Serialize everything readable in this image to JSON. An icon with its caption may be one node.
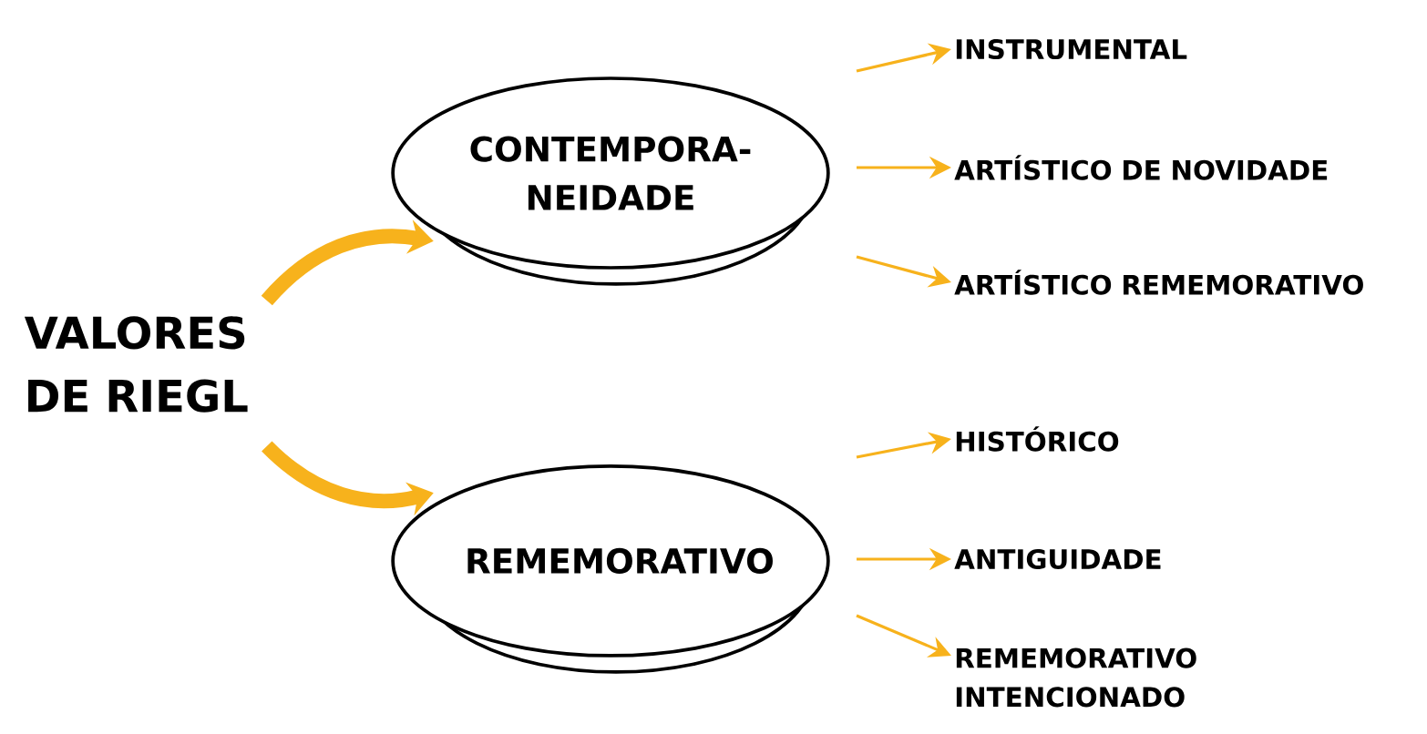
{
  "diagram": {
    "nodes": [
      {
        "text": [
          "VALORES DE RIEGL"
        ]
      },
      {
        "text": [
          "CONTEMPORA- NEIDADE"
        ]
      },
      {
        "text": [
          "REMEMORATIVO"
        ]
      },
      {
        "text": [
          "INSTRUMENTAL"
        ]
      },
      {
        "text": [
          "ARTÍSTICO DE NOVIDADE"
        ]
      },
      {
        "text": [
          "ARTÍSTICO REMEMORATIVO"
        ]
      },
      {
        "text": [
          "HISTÓRICO"
        ]
      },
      {
        "text": [
          "ANTIGUIDADE"
        ]
      },
      {
        "text": [
          "REMEMORATIVO INTENCIONADO"
        ]
      }
    ],
    "edges": [
      {
        "from": 0,
        "to": 1,
        "arrow": "to",
        "style": "thick"
      },
      {
        "from": 0,
        "to": 2,
        "arrow": "to",
        "style": "thick"
      },
      {
        "from": null,
        "to": 3,
        "arrow": "to"
      },
      {
        "from": null,
        "to": 4,
        "arrow": "to"
      },
      {
        "from": null,
        "to": 5,
        "arrow": "to"
      },
      {
        "from": null,
        "to": 6,
        "arrow": "to"
      },
      {
        "from": null,
        "to": 7,
        "arrow": "to"
      },
      {
        "from": null,
        "to": 8,
        "arrow": "to"
      }
    ]
  }
}
